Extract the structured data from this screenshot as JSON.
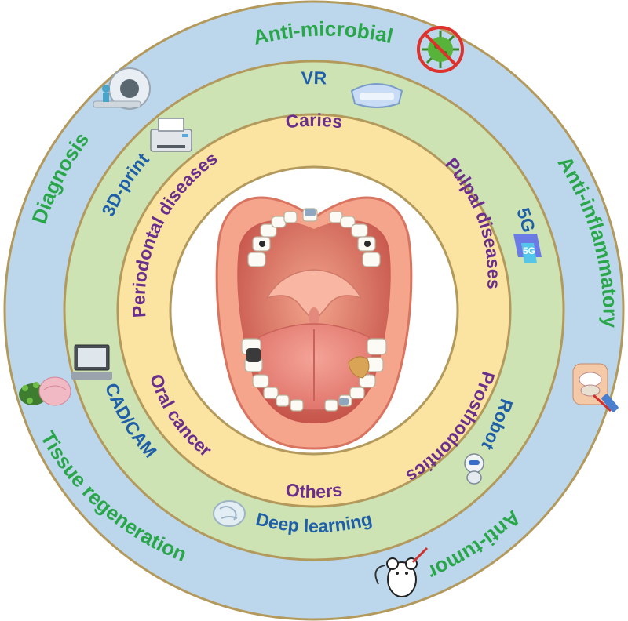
{
  "colors": {
    "outer_ring": "#bcd7ec",
    "middle_ring": "#cde3b4",
    "inner_ring": "#fbe3a2",
    "ring_border": "#b39a5c",
    "outer_text": "#2aa64a",
    "middle_text": "#1f5fa8",
    "inner_text": "#6a2f8c"
  },
  "outer_ring": {
    "labels": [
      "Anti-microbial",
      "Anti-inflammatory",
      "Anti-tumor",
      "Tissue regeneration",
      "Diagnosis"
    ]
  },
  "middle_ring": {
    "labels": [
      "VR",
      "5G",
      "Robot",
      "Deep learning",
      "CAD/CAM",
      "3D-print"
    ]
  },
  "inner_ring": {
    "labels": [
      "Caries",
      "Pulpal diseases",
      "Prosthodontics",
      "Others",
      "Oral cancer",
      "Periodontal diseases"
    ]
  },
  "icons": {
    "outer": [
      "virus-prohibited-icon",
      "knee-joint-icon",
      "lab-mouse-icon",
      "tissue-scaffold-icon",
      "mri-scanner-icon"
    ],
    "middle": [
      "vr-headset-icon",
      "5g-icon",
      "robot-icon",
      "brain-icon",
      "computer-icon",
      "printer-icon"
    ]
  }
}
